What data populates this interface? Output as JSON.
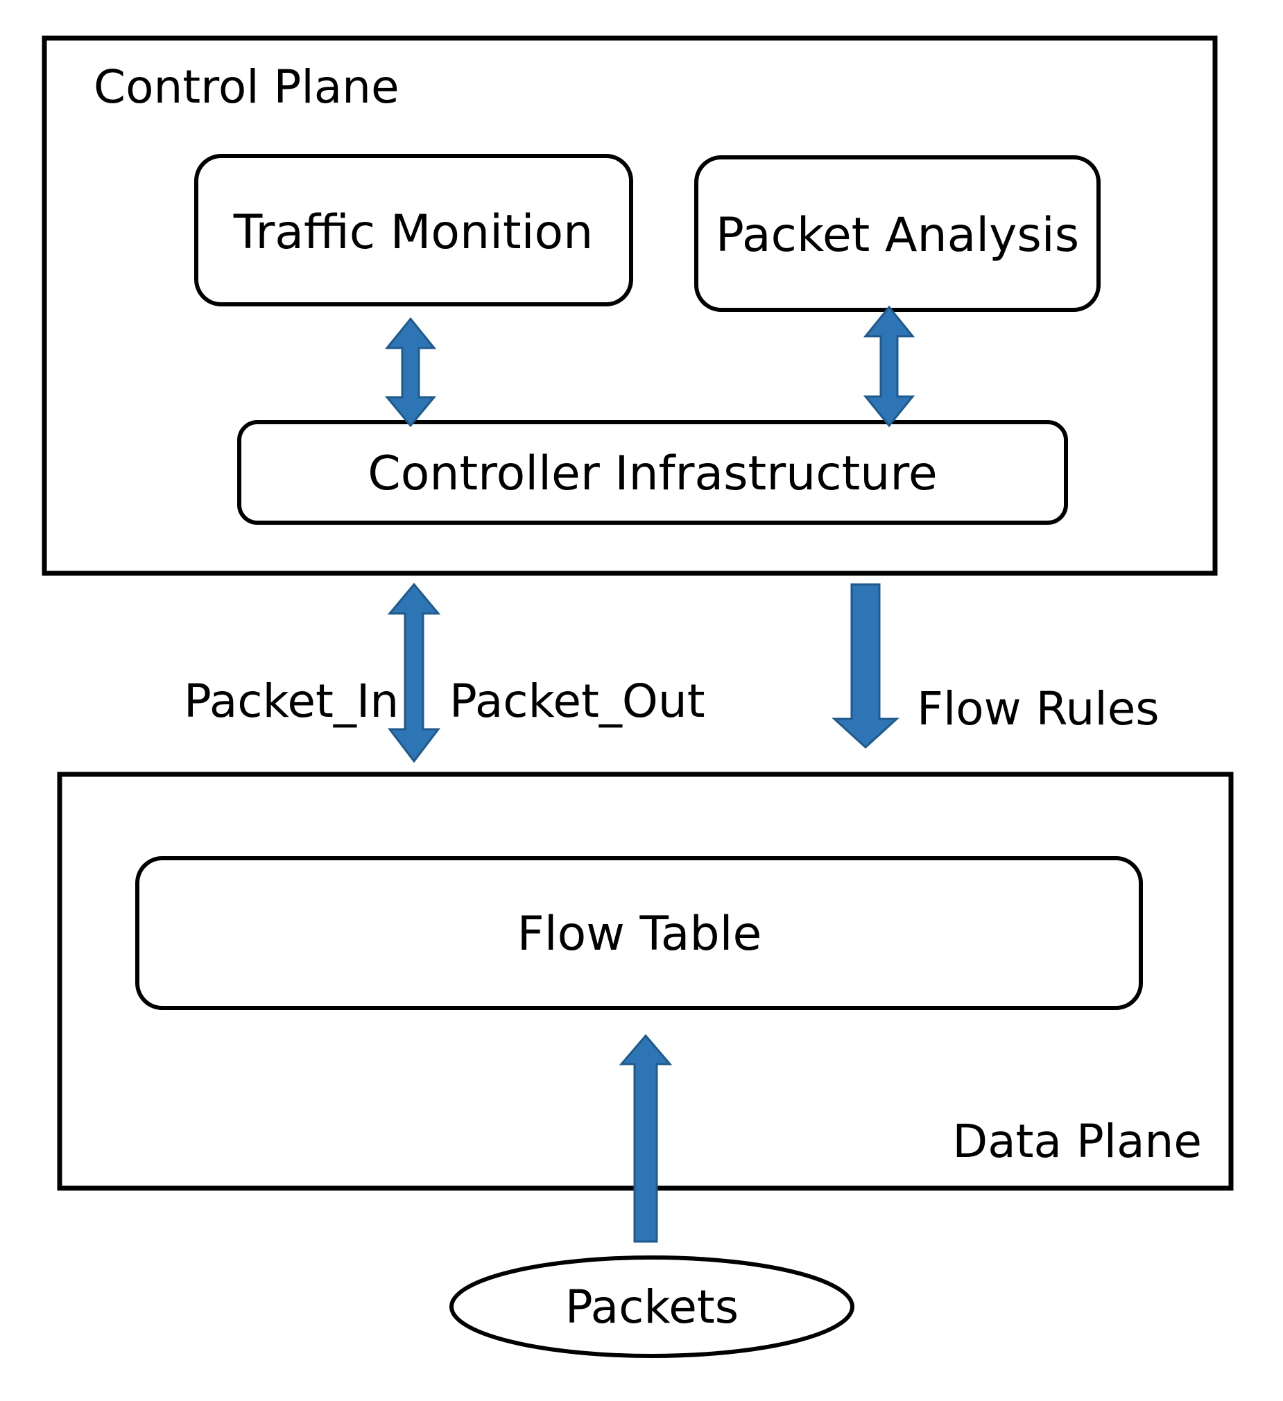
{
  "control_plane": {
    "title": "Control Plane",
    "traffic_monition": "Traffic Monition",
    "packet_analysis": "Packet Analysis",
    "controller_infrastructure": "Controller Infrastructure"
  },
  "edges": {
    "packet_in": "Packet_In",
    "packet_out": "Packet_Out",
    "flow_rules": "Flow Rules"
  },
  "data_plane": {
    "title": "Data  Plane",
    "flow_table": "Flow  Table"
  },
  "source": {
    "packets": "Packets"
  },
  "colors": {
    "arrow_fill": "#2E75B6",
    "arrow_stroke": "#1F5A8C",
    "border": "#000000",
    "background": "#FFFFFF"
  }
}
